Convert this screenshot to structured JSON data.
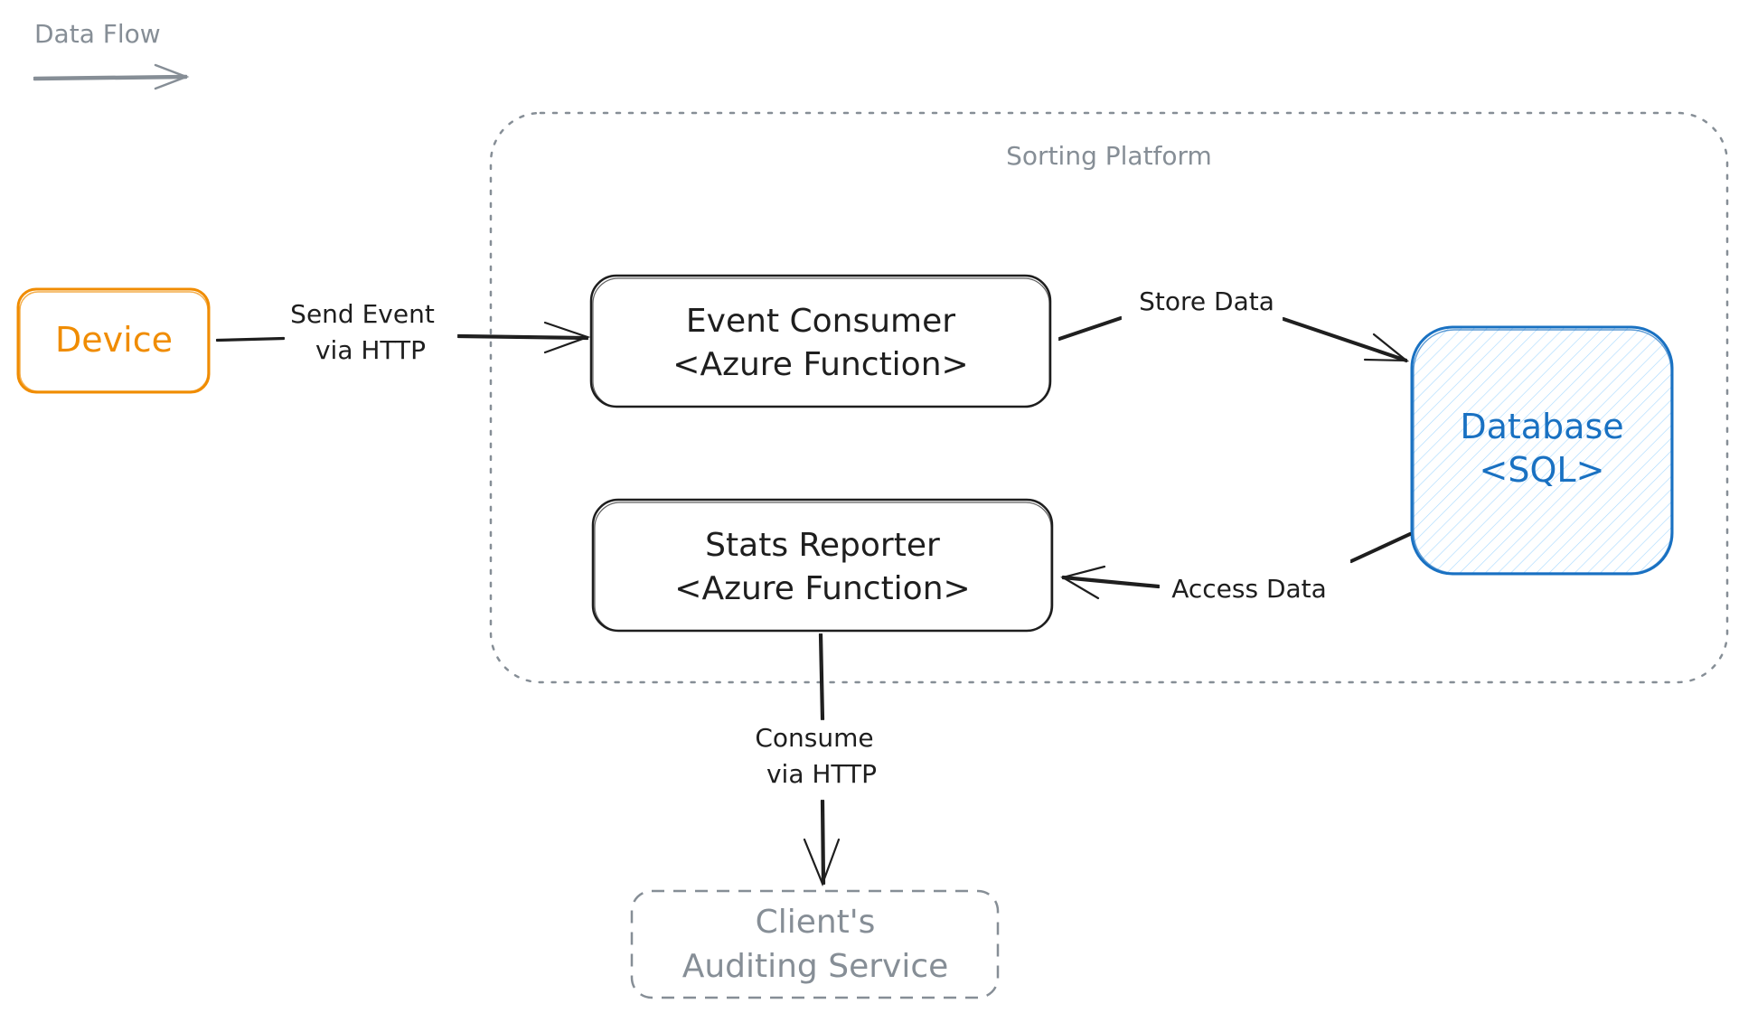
{
  "legend": {
    "label": "Data Flow"
  },
  "platform": {
    "title": "Sorting Platform"
  },
  "nodes": {
    "device": {
      "label": "Device"
    },
    "event_consumer": {
      "line1": "Event Consumer",
      "line2": "<Azure Function>"
    },
    "stats_reporter": {
      "line1": "Stats Reporter",
      "line2": "<Azure Function>"
    },
    "database": {
      "line1": "Database",
      "line2": "<SQL>"
    },
    "auditing": {
      "line1": "Client's",
      "line2": "Auditing Service"
    }
  },
  "edges": {
    "send_event": {
      "line1": "Send Event",
      "line2": "via HTTP"
    },
    "store_data": {
      "label": "Store Data"
    },
    "access_data": {
      "label": "Access Data"
    },
    "consume": {
      "line1": "Consume",
      "line2": "via HTTP"
    }
  },
  "colors": {
    "ink": "#1e1e1e",
    "muted": "#868e96",
    "device": "#f08c00",
    "database": "#1971c2",
    "database_fill": "#e7f5ff"
  }
}
